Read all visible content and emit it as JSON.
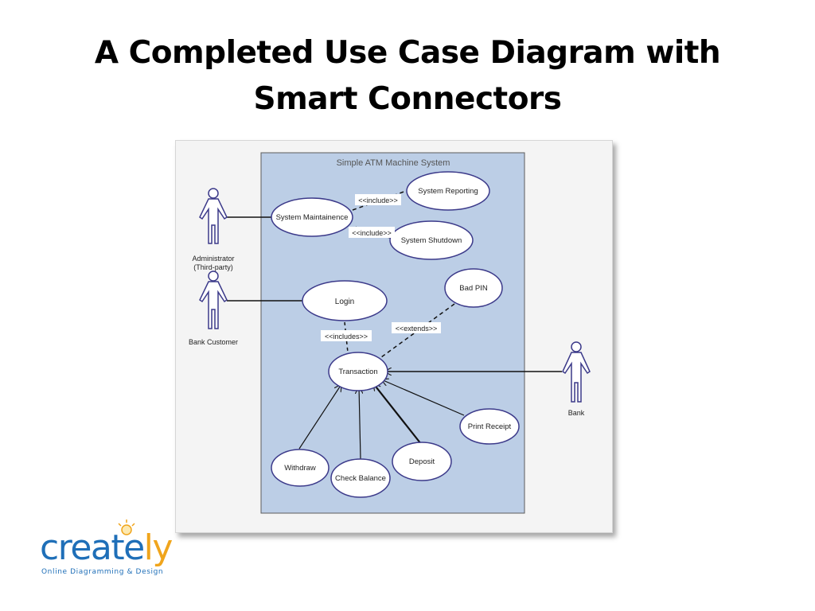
{
  "slide": {
    "title_line1": "A Completed Use Case Diagram with",
    "title_line2": "Smart Connectors"
  },
  "diagram": {
    "system_title": "Simple ATM Machine System",
    "actors": {
      "administrator": [
        "Administrator",
        "(Third-party)"
      ],
      "bank_customer": "Bank Customer",
      "bank": "Bank"
    },
    "use_cases": {
      "system_maintainence": "System Maintainence",
      "system_reporting": "System Reporting",
      "system_shutdown": "System Shutdown",
      "login": "Login",
      "bad_pin": "Bad PIN",
      "transaction": "Transaction",
      "print_receipt": "Print Receipt",
      "withdraw": "Withdraw",
      "check_balance": "Check Balance",
      "deposit": "Deposit"
    },
    "relations": {
      "include_reporting": "<<include>>",
      "include_shutdown": "<<include>>",
      "includes_login": "<<includes>>",
      "extends_bad_pin": "<<extends>>"
    },
    "colors": {
      "system_fill": "#bccee6",
      "ellipse_stroke": "#3c3a8a",
      "actor_stroke": "#3c3a8a"
    }
  },
  "logo": {
    "word_main": "create",
    "word_accent": "ly",
    "tagline": "Online Diagramming & Design",
    "colors": {
      "blue": "#1f6fb8",
      "orange": "#f0a51c"
    }
  }
}
